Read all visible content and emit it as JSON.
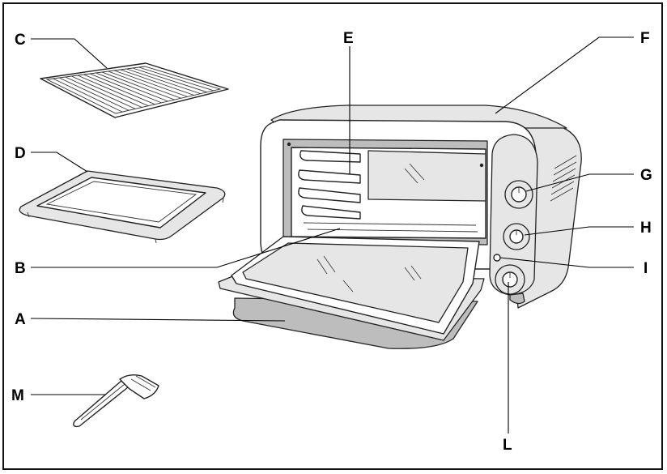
{
  "parts": [
    {
      "key": "A",
      "label": "A",
      "component": "crumb tray"
    },
    {
      "key": "B",
      "label": "B",
      "component": "oven door"
    },
    {
      "key": "C",
      "label": "C",
      "component": "wire rack"
    },
    {
      "key": "D",
      "label": "D",
      "component": "baking pan"
    },
    {
      "key": "E",
      "label": "E",
      "component": "rack guides"
    },
    {
      "key": "F",
      "label": "F",
      "component": "oven housing"
    },
    {
      "key": "G",
      "label": "G",
      "component": "thermostat knob"
    },
    {
      "key": "H",
      "label": "H",
      "component": "function selector knob"
    },
    {
      "key": "I",
      "label": "I",
      "component": "pilot light"
    },
    {
      "key": "L",
      "label": "L",
      "component": "timer knob"
    },
    {
      "key": "M",
      "label": "M",
      "component": "rack handle"
    }
  ],
  "colors": {
    "line": "#000000",
    "body": "#ffffff",
    "shade": "#e6e6e6",
    "dark": "#bdbdbd"
  }
}
